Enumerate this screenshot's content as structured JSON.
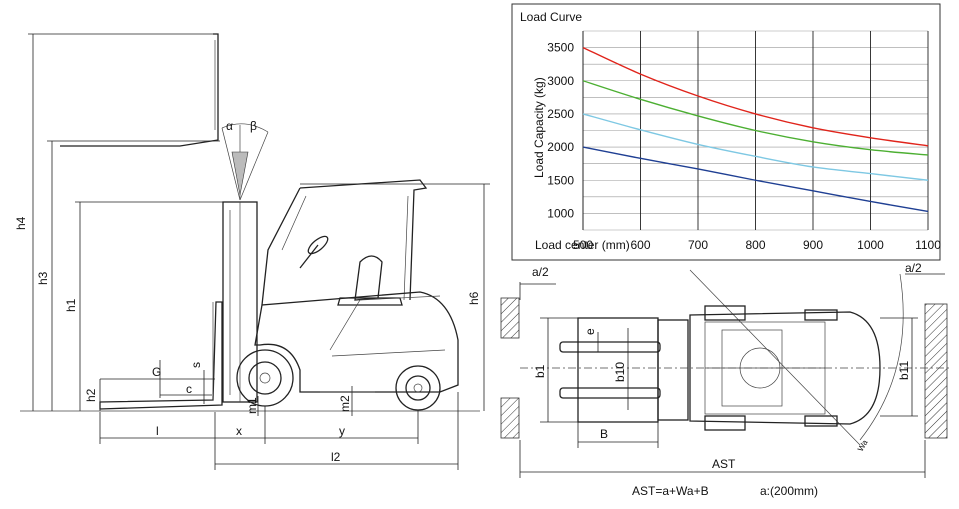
{
  "side_view": {
    "labels": {
      "h4": "h4",
      "h3": "h3",
      "h1": "h1",
      "h2": "h2",
      "h6": "h6",
      "alpha": "α",
      "beta": "β",
      "G": "G",
      "s": "s",
      "c": "c",
      "m1": "m1",
      "m2": "m2",
      "l": "l",
      "x": "x",
      "y": "y",
      "l2": "l2"
    }
  },
  "chart_data": {
    "type": "line",
    "title": "Load Curve",
    "xlabel": "Load center   (mm)",
    "ylabel": "Load Capacity (kg)",
    "x": [
      500,
      600,
      700,
      800,
      900,
      1000,
      1100
    ],
    "xlim": [
      500,
      1100
    ],
    "ylim": [
      750,
      3750
    ],
    "yticks": [
      3500,
      3000,
      2500,
      2000,
      1500,
      1000
    ],
    "grid": true,
    "series": [
      {
        "color": "#e0241b",
        "values": [
          3500,
          3100,
          2770,
          2500,
          2290,
          2140,
          2020
        ]
      },
      {
        "color": "#4caf32",
        "values": [
          3000,
          2720,
          2470,
          2250,
          2080,
          1960,
          1880
        ]
      },
      {
        "color": "#7ec8e3",
        "values": [
          2500,
          2260,
          2040,
          1860,
          1700,
          1600,
          1500
        ]
      },
      {
        "color": "#1f3f93",
        "values": [
          2000,
          1830,
          1670,
          1500,
          1340,
          1180,
          1030
        ]
      }
    ]
  },
  "top_view": {
    "labels": {
      "a2_left": "a/2",
      "a2_right": "a/2",
      "b1": "b1",
      "b10": "b10",
      "b11": "b11",
      "e": "e",
      "B": "B",
      "AST": "AST",
      "wa": "Wa"
    },
    "formula": "AST=a+Wa+B",
    "note": "a:(200mm)"
  }
}
